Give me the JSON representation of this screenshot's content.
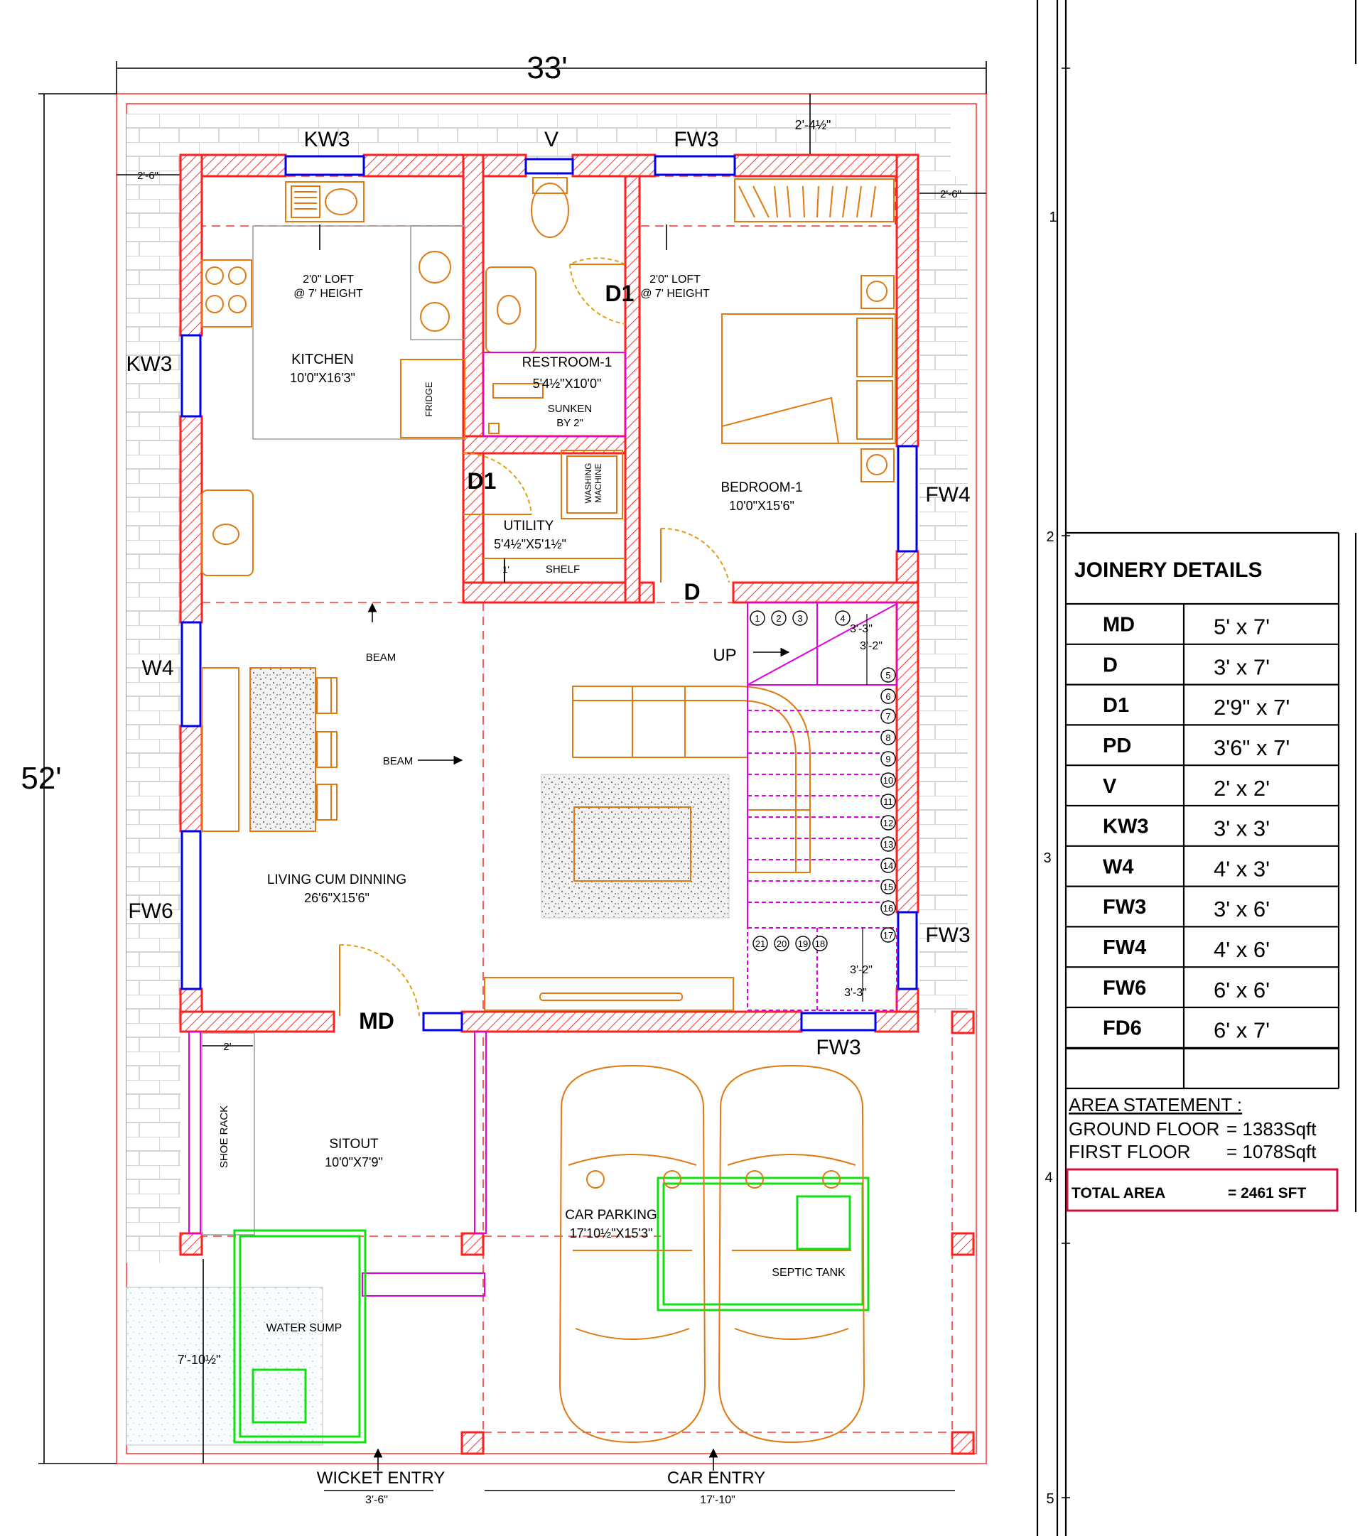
{
  "dimensions": {
    "width_overall": "33'",
    "depth_overall": "52'",
    "setback_left": "2'-6\"",
    "setback_right": "2'-6\"",
    "setback_top": "2'-4½\"",
    "shoe_rack_depth": "2'",
    "wicket_width": "3'-6\"",
    "car_entry_width": "17'-10\"",
    "sump_dim": "7'-10½\"",
    "shelf_depth": "1'",
    "stair_top_w": "3'-3\"",
    "stair_top_h": "3'-2\"",
    "stair_bot_h": "3'-2\"",
    "stair_bot_w": "3'-3\""
  },
  "rooms": {
    "kitchen": {
      "name": "KITCHEN",
      "size": "10'0\"X16'3\""
    },
    "restroom": {
      "name": "RESTROOM-1",
      "size": "5'4½\"X10'0\"",
      "note1": "SUNKEN",
      "note2": "BY 2\""
    },
    "utility": {
      "name": "UTILITY",
      "size": "5'4½\"X5'1½\"",
      "shelf": "SHELF"
    },
    "bedroom": {
      "name": "BEDROOM-1",
      "size": "10'0\"X15'6\""
    },
    "living": {
      "name": "LIVING CUM DINNING",
      "size": "26'6\"X15'6\""
    },
    "sitout": {
      "name": "SITOUT",
      "size": "10'0\"X7'9\""
    },
    "car_parking": {
      "name": "CAR PARKING",
      "size": "17'10½\"X15'3\""
    },
    "water_sump": "WATER SUMP",
    "septic_tank": "SEPTIC TANK",
    "shoe_rack": "SHOE RACK",
    "fridge": "FRIDGE",
    "washing_1": "WASHING",
    "washing_2": "MACHINE"
  },
  "notes": {
    "loft_line1": "2'0\" LOFT",
    "loft_line2": "@ 7' HEIGHT",
    "beam": "BEAM",
    "up": "UP",
    "wicket_entry": "WICKET ENTRY",
    "car_entry": "CAR ENTRY"
  },
  "openings": {
    "kw3": "KW3",
    "fw3": "FW3",
    "v": "V",
    "w4": "W4",
    "fw4": "FW4",
    "fw6": "FW6",
    "d": "D",
    "d1": "D1",
    "md": "MD"
  },
  "stair_steps": [
    "1",
    "2",
    "3",
    "4",
    "5",
    "6",
    "7",
    "8",
    "9",
    "10",
    "11",
    "12",
    "13",
    "14",
    "15",
    "16",
    "17",
    "18",
    "19",
    "20",
    "21"
  ],
  "grid_marks": [
    "1",
    "2",
    "3",
    "4",
    "5"
  ],
  "joinery": {
    "title": "JOINERY DETAILS",
    "rows": [
      {
        "code": "MD",
        "size": "5' x 7'"
      },
      {
        "code": "D",
        "size": "3' x 7'"
      },
      {
        "code": "D1",
        "size": "2'9\" x 7'"
      },
      {
        "code": "PD",
        "size": "3'6\" x 7'"
      },
      {
        "code": "V",
        "size": "2' x 2'"
      },
      {
        "code": "KW3",
        "size": "3' x 3'"
      },
      {
        "code": "W4",
        "size": "4' x 3'"
      },
      {
        "code": "FW3",
        "size": "3' x 6'"
      },
      {
        "code": "FW4",
        "size": "4' x 6'"
      },
      {
        "code": "FW6",
        "size": "6' x 6'"
      },
      {
        "code": "FD6",
        "size": "6' x 7'"
      }
    ]
  },
  "area": {
    "heading": "AREA STATEMENT :",
    "ground_label": "GROUND FLOOR",
    "ground_value": "= 1383Sqft",
    "first_label": "FIRST FLOOR",
    "first_value": "= 1078Sqft",
    "total_label": "TOTAL AREA",
    "total_value": "= 2461 SFT"
  }
}
